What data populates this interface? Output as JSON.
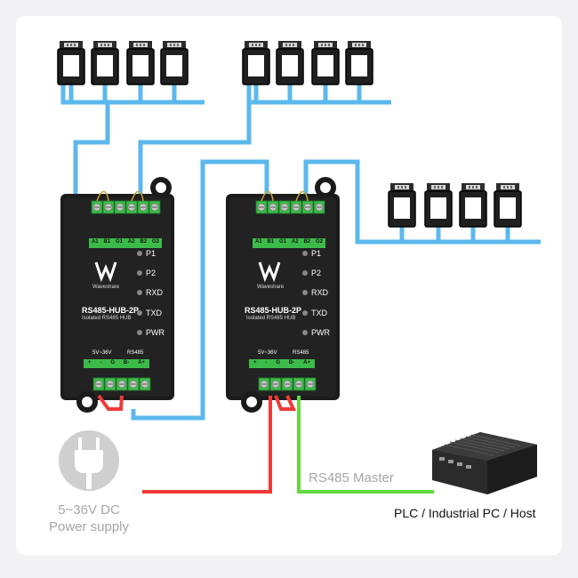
{
  "hubs": [
    {
      "model": "RS485-HUB-2P",
      "subtitle": "Isolated RS485 HUB",
      "brand": "Waveshare",
      "top_pins": [
        "A1",
        "B1",
        "G1",
        "A2",
        "B2",
        "G2"
      ],
      "leds": [
        "P1",
        "P2",
        "RXD",
        "TXD",
        "PWR"
      ],
      "power_label": "5V~36V",
      "rs485_label": "RS485",
      "bottom_pins": [
        "+",
        "-",
        "G",
        "B-",
        "A+"
      ]
    },
    {
      "model": "RS485-HUB-2P",
      "subtitle": "Isolated RS485 HUB",
      "brand": "Waveshare",
      "top_pins": [
        "A1",
        "B1",
        "G1",
        "A2",
        "B2",
        "G2"
      ],
      "leds": [
        "P1",
        "P2",
        "RXD",
        "TXD",
        "PWR"
      ],
      "power_label": "5V~36V",
      "rs485_label": "RS485",
      "bottom_pins": [
        "+",
        "-",
        "G",
        "B-",
        "A+"
      ]
    }
  ],
  "labels": {
    "power_line1": "5~36V DC",
    "power_line2": "Power supply",
    "master": "RS485 Master",
    "host": "PLC / Industrial PC / Host"
  },
  "icons": {
    "device": "rs485-slave-device-icon",
    "plug": "power-plug-icon",
    "host": "industrial-pc-icon"
  },
  "colors": {
    "bus_wire": "#5bb8ec",
    "power_wire": "#ee3a36",
    "master_wire": "#63d93e",
    "pin_green": "#3dbb4a"
  }
}
